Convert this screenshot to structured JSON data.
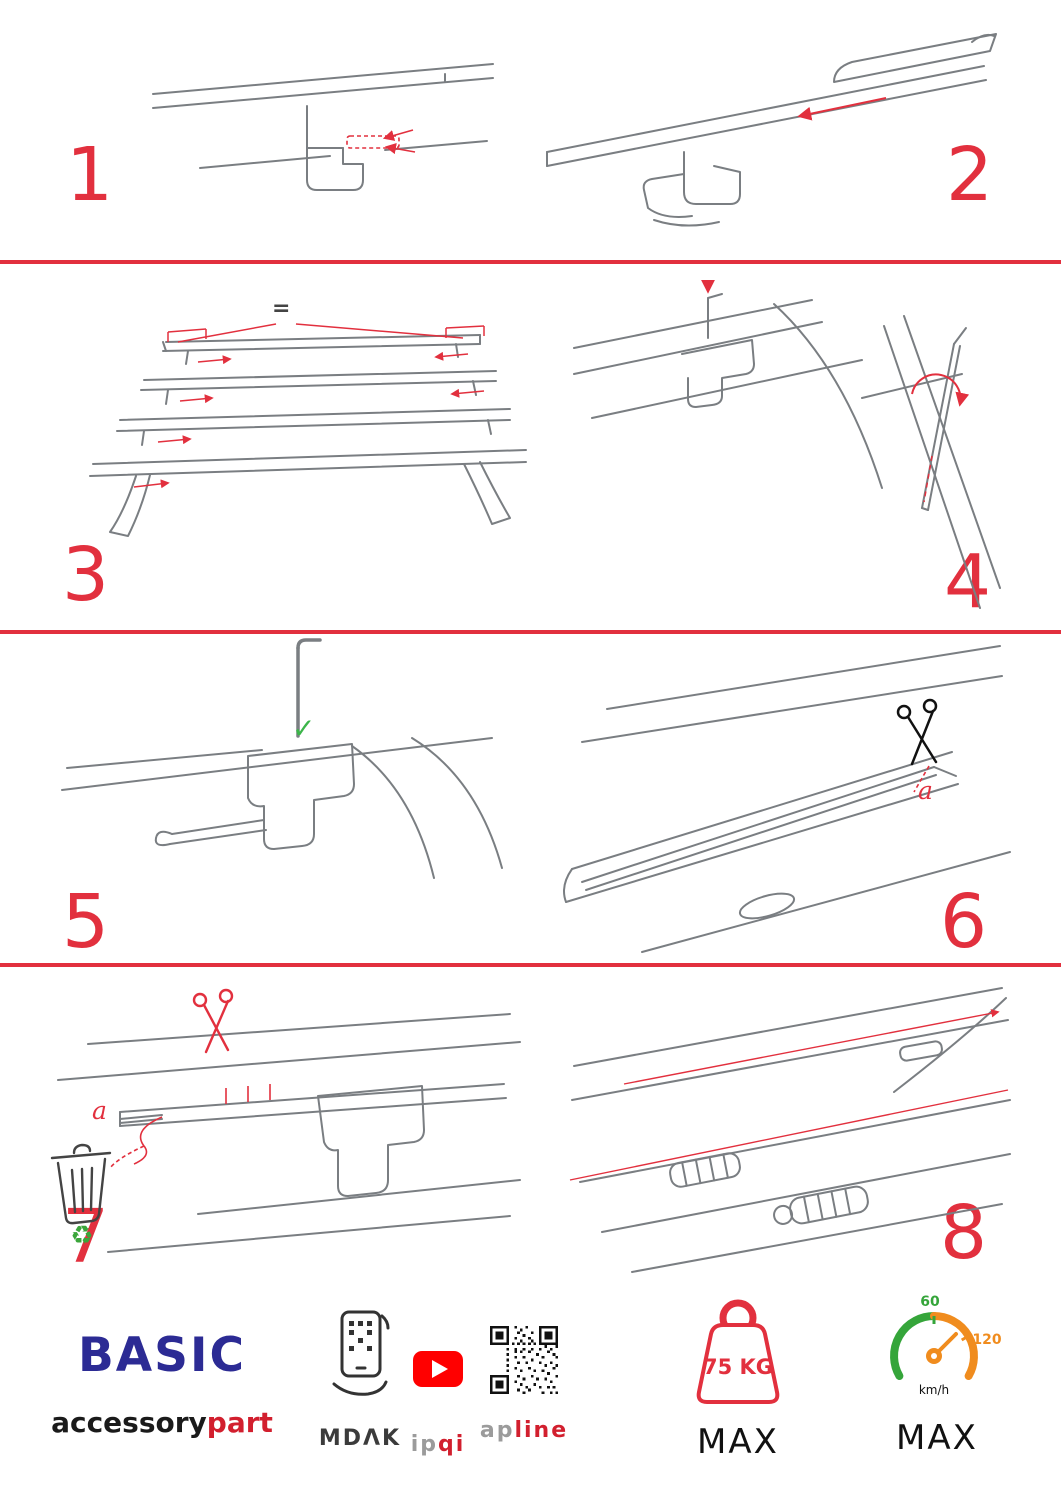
{
  "page": {
    "type": "roof-rack fitting instruction sheet"
  },
  "colors": {
    "accent_red": "#e2303e",
    "logo_red": "#d21f2e",
    "check_green": "#3cb54a",
    "recycle_green": "#3aa53a",
    "brand_blue": "#2c2b94",
    "youtube_red": "#ff0000",
    "gauge_green": "#35a53a",
    "gauge_orange": "#f08c1e",
    "line_gray": "#7a7e82"
  },
  "steps": [
    {
      "number": "1"
    },
    {
      "number": "2"
    },
    {
      "number": "3"
    },
    {
      "number": "4"
    },
    {
      "number": "5"
    },
    {
      "number": "6"
    },
    {
      "number": "7"
    },
    {
      "number": "8"
    }
  ],
  "annotations": {
    "equal_sign": "=",
    "check_mark": "✓",
    "cut_label_step6": "a",
    "cut_label_step7": "a"
  },
  "glyphs": {
    "recycle": "♻"
  },
  "footer": {
    "brand_title": "BASIC",
    "brand_sub_black": "accessory",
    "brand_sub_red": "part",
    "mdak_label": "MDΛK",
    "ipqi_label_gray": "ip",
    "ipqi_label_red": "qi",
    "apline_label_gray": "ap",
    "apline_label_red": "line",
    "weight_value": "75 KG",
    "weight_max_label": "MAX",
    "speed_tick_low": "60",
    "speed_tick_high": "120",
    "speed_unit": "km/h",
    "speed_max_label": "MAX"
  }
}
